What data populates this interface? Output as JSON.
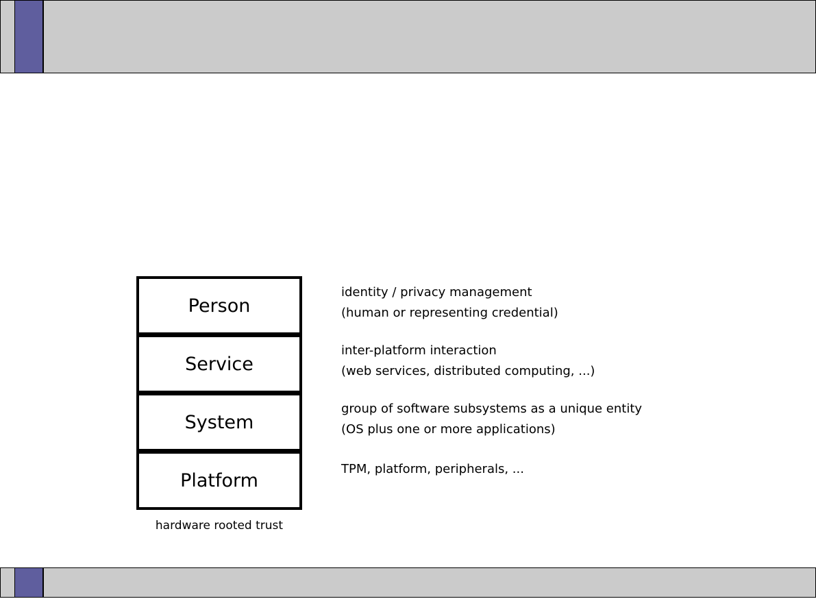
{
  "layers": [
    {
      "label": "Person"
    },
    {
      "label": "Service"
    },
    {
      "label": "System"
    },
    {
      "label": "Platform"
    }
  ],
  "stack_caption": "hardware rooted trust",
  "descriptions": [
    {
      "line1": "identity / privacy management",
      "line2": "(human or representing credential)"
    },
    {
      "line1": "inter-platform interaction",
      "line2": "(web services, distributed computing, ...)"
    },
    {
      "line1": "group of software subsystems as a unique entity",
      "line2": "(OS plus one or more applications)"
    },
    {
      "line1": "TPM, platform, peripherals, ...",
      "line2": ""
    }
  ],
  "colors": {
    "bar": "#cbcbcb",
    "accent": "#5f5e9e"
  }
}
